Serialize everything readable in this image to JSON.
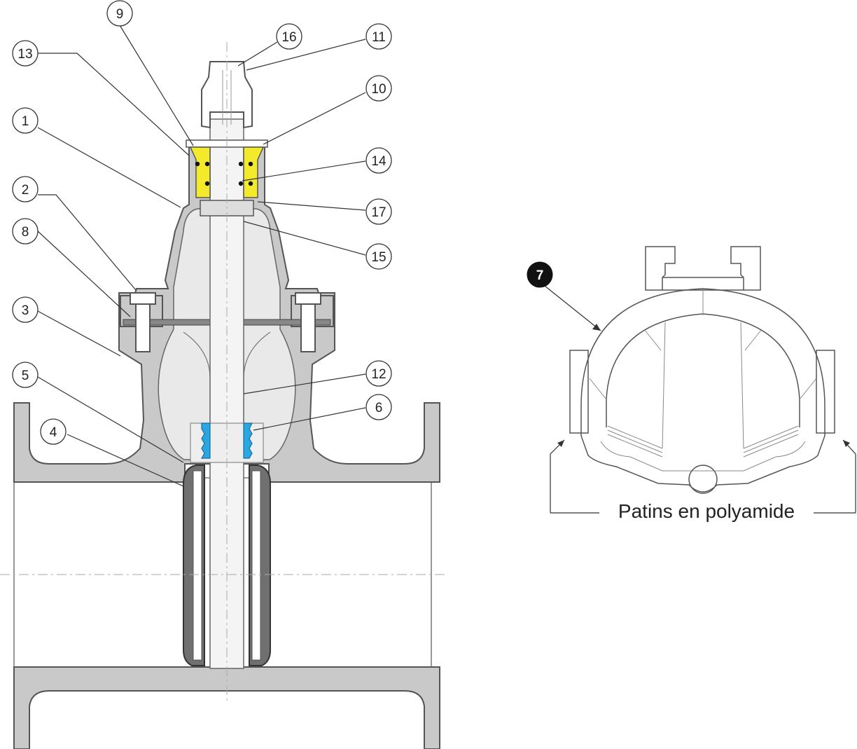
{
  "callouts": [
    {
      "id": "c9",
      "label": "9"
    },
    {
      "id": "c16",
      "label": "16"
    },
    {
      "id": "c11",
      "label": "11"
    },
    {
      "id": "c13",
      "label": "13"
    },
    {
      "id": "c10",
      "label": "10"
    },
    {
      "id": "c1",
      "label": "1"
    },
    {
      "id": "c14",
      "label": "14"
    },
    {
      "id": "c2",
      "label": "2"
    },
    {
      "id": "c17",
      "label": "17"
    },
    {
      "id": "c8",
      "label": "8"
    },
    {
      "id": "c15",
      "label": "15"
    },
    {
      "id": "c3",
      "label": "3"
    },
    {
      "id": "c12",
      "label": "12"
    },
    {
      "id": "c5",
      "label": "5"
    },
    {
      "id": "c6",
      "label": "6"
    },
    {
      "id": "c4",
      "label": "4"
    }
  ],
  "detail": {
    "callout_label": "7",
    "caption": "Patins en polyamide"
  },
  "colors": {
    "body": "#c9c9c9",
    "packing": "#f2ea2a",
    "nut": "#2aa6e0",
    "wedge_rubber": "#707070"
  }
}
